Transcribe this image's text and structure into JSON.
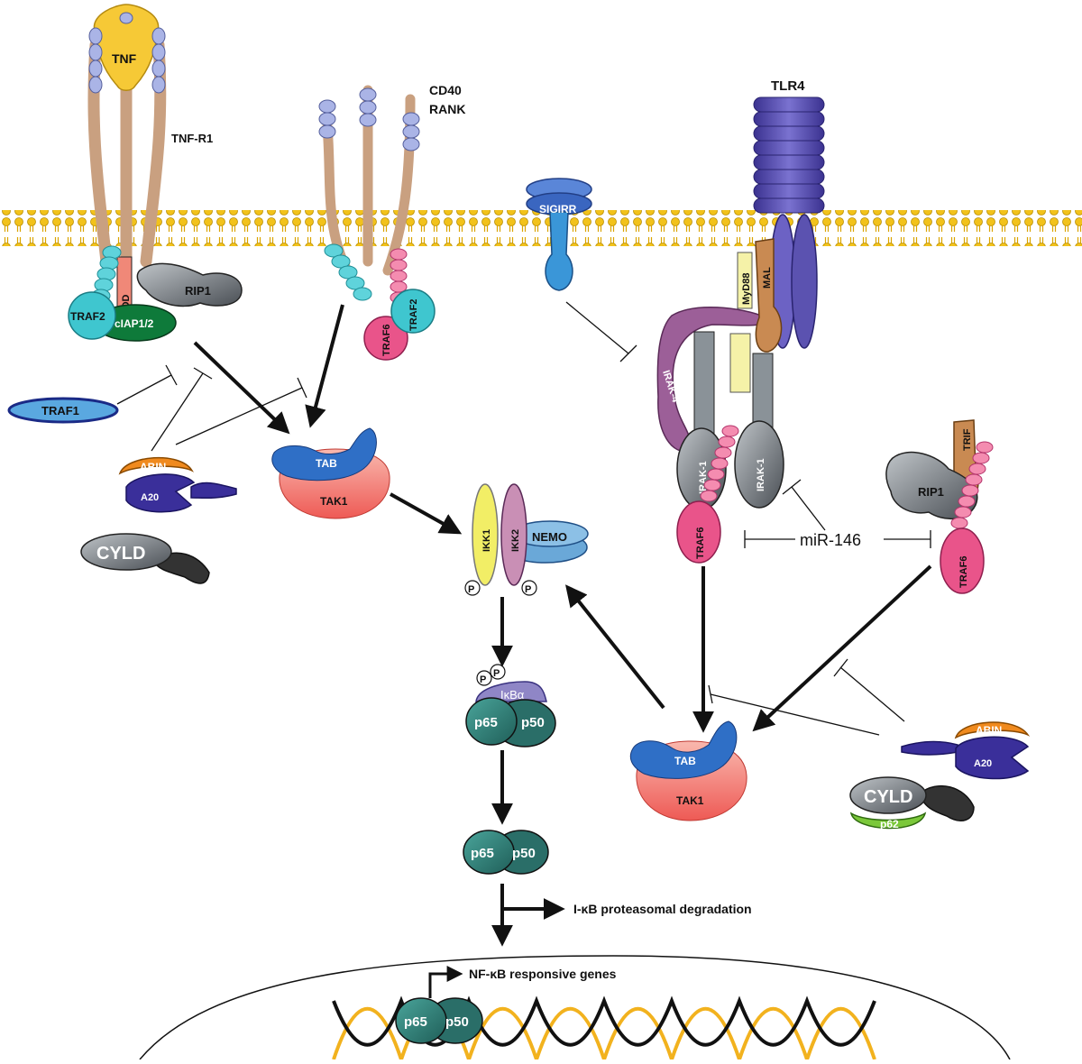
{
  "receptors": {
    "tnf": "TNF",
    "tnfr1": "TNF-R1",
    "cd40": "CD40",
    "rank": "RANK",
    "tlr4": "TLR4",
    "sigirr": "SIGIRR"
  },
  "adaptors": {
    "tradd": "TRADD",
    "rip1_left": "RIP1",
    "traf2_left": "TRAF2",
    "ciap": "cIAP1/2",
    "traf6_mid": "TRAF6",
    "traf2_mid": "TRAF2",
    "myd88": "MyD88",
    "mal": "MAL",
    "irak4": "IRAK-4",
    "irak1_a": "IRAK-1",
    "irak1_b": "IRAK-1",
    "traf6_tlr": "TRAF6",
    "trif": "TRIF",
    "rip1_right": "RIP1",
    "traf6_right": "TRAF6"
  },
  "inhibitors": {
    "traf1": "TRAF1",
    "abin_left": "ABIN",
    "a20_left": "A20",
    "cyld_left": "CYLD",
    "abin_right": "ABIN",
    "a20_right": "A20",
    "cyld_right": "CYLD",
    "p62": "p62",
    "mir146": "miR-146"
  },
  "kinases": {
    "tab_left": "TAB",
    "tak1_left": "TAK1",
    "tab_right": "TAB",
    "tak1_right": "TAK1",
    "ikk1": "IKK1",
    "ikk2": "IKK2",
    "nemo": "NEMO",
    "phospho": "P"
  },
  "nfkb": {
    "ikba": "IκBα",
    "p65": "p65",
    "p50": "p50"
  },
  "annotations": {
    "degradation": "I-κB proteasomal degradation",
    "genes": "NF-κB responsive genes"
  },
  "colors": {
    "membrane": "#f2c21b",
    "traf2": "#3fc6cf",
    "traf6": "#e9548a",
    "ciap": "#0e7a3a",
    "tak1": "#f07a72",
    "tab": "#2f6fc6",
    "ikk1": "#f2ee66",
    "ikk2": "#c98fb5",
    "nemo": "#6aa8d8",
    "nfkb": "#2f7f78",
    "tlr4": "#5b52b0",
    "a20": "#3a2f9a",
    "abin": "#f08a1e",
    "p62": "#7bc83a",
    "irak4": "#9c5f98",
    "irak1": "#8a9298",
    "myd88": "#f5f2a8",
    "mal": "#c98a52",
    "trif": "#c98a52",
    "dna": "#f2b21e"
  }
}
